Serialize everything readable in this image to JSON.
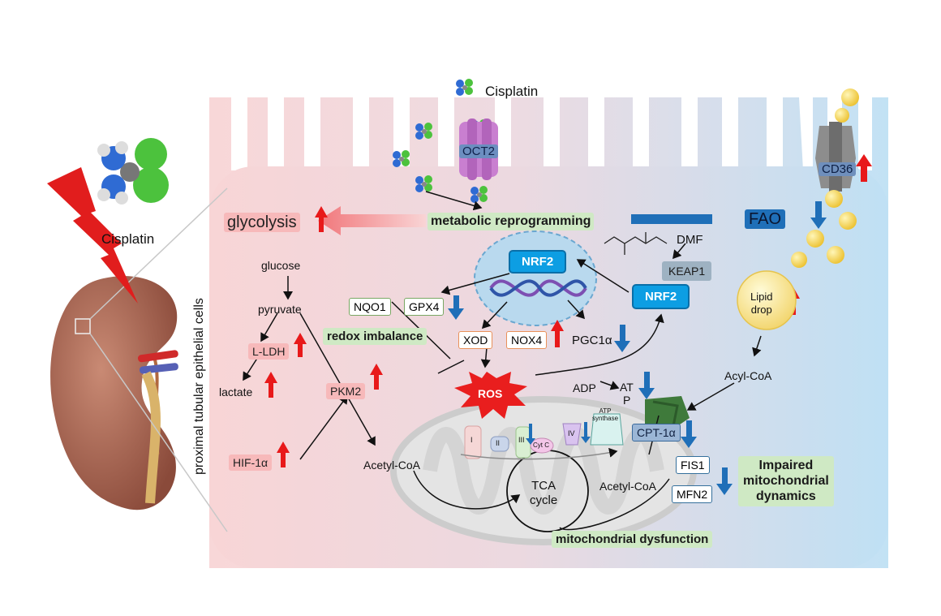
{
  "labels": {
    "cisplatin_top": "Cisplatin",
    "cisplatin_left": "Cisplatin",
    "ptec": "proximal tubular epithelial cells",
    "oct2": "OCT2",
    "cd36": "CD36",
    "glycolysis": "glycolysis",
    "metabolic_reprogramming": "metabolic reprogramming",
    "fao": "FAO",
    "dmf": "DMF",
    "nrf2_nucleus": "NRF2",
    "nrf2_cyto": "NRF2",
    "keap1": "KEAP1",
    "nqo1": "NQO1",
    "gpx4": "GPX4",
    "redox_imbalance": "redox imbalance",
    "xod": "XOD",
    "nox4": "NOX4",
    "pgc1a": "PGC1α",
    "ros": "ROS",
    "glucose": "glucose",
    "pyruvate": "pyruvate",
    "lldh": "L-LDH",
    "lactate": "lactate",
    "pkm2": "PKM2",
    "hif1a": "HIF-1α",
    "acetylcoa_left": "Acetyl-CoA",
    "acetylcoa_right": "Acetyl-CoA",
    "tca": "TCA\ncycle",
    "adp": "ADP",
    "atp_1": "AT",
    "atp_2": "P",
    "atp_synthase": "ATP\nsynthase",
    "complex_i": "I",
    "complex_ii": "II",
    "complex_iii": "III",
    "cytc": "Cyt C",
    "complex_iv": "IV",
    "lipid_drop": "Lipid\ndrop",
    "acylcoa": "Acyl-CoA",
    "cpt1a": "CPT-1α",
    "fis1": "FIS1",
    "mfn2": "MFN2",
    "impaired": "Impaired\nmitochondrial\ndynamics",
    "mito_dysfunction": "mitochondrial dysfunction"
  },
  "colors": {
    "up_arrow": "#e8191a",
    "down_arrow": "#1f6fb8",
    "cell_left": "#f7d3d4",
    "cell_right": "#bfe0f3",
    "nrf2_blue": "#0d9ee3",
    "green_label": "#cfe9c4",
    "pink_label": "#f7b9ba"
  }
}
